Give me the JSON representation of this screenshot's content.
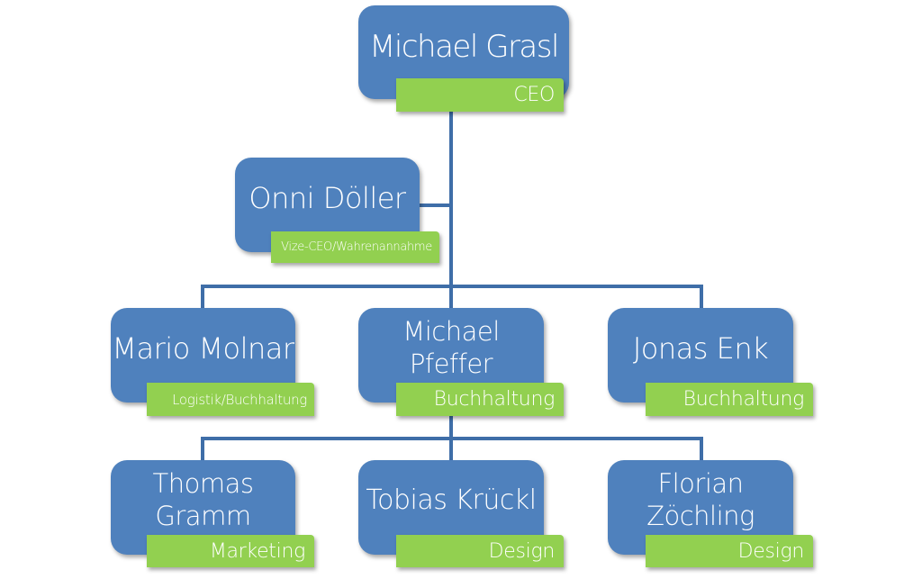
{
  "org_chart": {
    "colors": {
      "box": "#4f81bd",
      "tag": "#92d050",
      "connector": "#3f6ea8"
    },
    "nodes": [
      {
        "name": "Michael Grasl",
        "role": "CEO"
      },
      {
        "name": "Onni Döller",
        "role": "Vize-CEO/Wahrenannahme"
      },
      {
        "name": "Mario Molnar",
        "role": "Logistik/Buchhaltung"
      },
      {
        "name": "Michael Pfeffer",
        "role": "Buchhaltung"
      },
      {
        "name": "Jonas Enk",
        "role": "Buchhaltung"
      },
      {
        "name": "Thomas Gramm",
        "role": "Marketing"
      },
      {
        "name": "Tobias Krückl",
        "role": "Design"
      },
      {
        "name": "Florian Zöchling",
        "role": "Design"
      }
    ]
  }
}
